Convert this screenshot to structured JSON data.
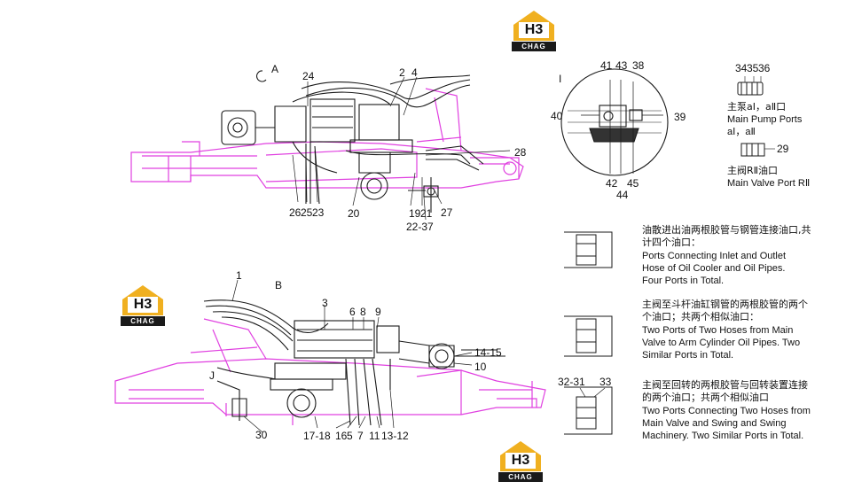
{
  "logos": [
    {
      "mark": "H3",
      "caption": "CHAG"
    },
    {
      "mark": "H3",
      "caption": "CHAG"
    },
    {
      "mark": "H3",
      "caption": "CHAG"
    }
  ],
  "colors": {
    "frame": "#e040e0",
    "line": "#1a1a1a",
    "logo_gold": "#f0b020"
  },
  "view_a": {
    "title": "A",
    "callouts": [
      "24",
      "2",
      "4",
      "28",
      "26",
      "25",
      "23",
      "20",
      "19",
      "21",
      "22-37",
      "27"
    ]
  },
  "view_b": {
    "title": "B",
    "callouts": [
      "1",
      "3",
      "6",
      "8",
      "9",
      "14-15",
      "10",
      "J",
      "30",
      "17-18",
      "16",
      "5",
      "7",
      "11",
      "13-12"
    ]
  },
  "detail_i": {
    "title": "I",
    "callouts": [
      "41",
      "43",
      "38",
      "40",
      "39",
      "42",
      "45",
      "44"
    ]
  },
  "main_pump": {
    "callouts": [
      "34",
      "35",
      "36"
    ],
    "zh": "主泵aⅠ，aⅡ口",
    "en1": "Main Pump Ports",
    "en2": "aⅠ，aⅡ"
  },
  "main_valve": {
    "callout": "29",
    "zh": "主阀RⅡ油口",
    "en": "Main Valve Port RⅡ"
  },
  "notes": [
    {
      "zh1": "油散进出油两根胶管与钢管连接油口,共",
      "zh2": "计四个油口：",
      "en1": "Ports Connecting Inlet and Outlet",
      "en2": "Hose of Oil Cooler and Oil Pipes.",
      "en3": "Four Ports in Total."
    },
    {
      "zh1": "主阀至斗杆油缸钢管的两根胶管的两个",
      "zh2": "个油口；共两个相似油口：",
      "en1": "Two Ports of Two Hoses from Main",
      "en2": "Valve to Arm Cylinder Oil Pipes. Two",
      "en3": "Similar Ports in Total."
    },
    {
      "zh1": "主阀至回转的两根胶管与回转装置连接",
      "zh2": "的两个油口；共两个相似油口",
      "en1": "Two Ports Connecting Two Hoses from",
      "en2": "Main Valve and Swing and Swing",
      "en3": "Machinery. Two Similar Ports in Total."
    }
  ],
  "detail_callouts": [
    "32-31",
    "33"
  ]
}
